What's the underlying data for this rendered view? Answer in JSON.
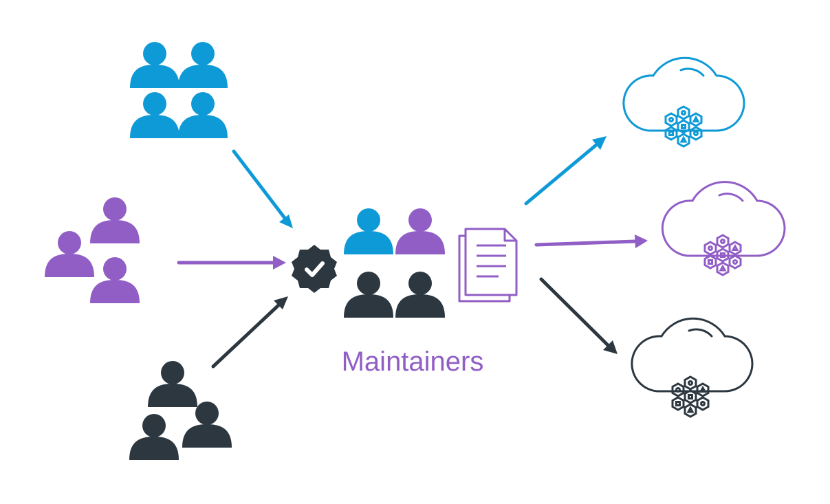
{
  "label": "Maintainers",
  "colors": {
    "blue": "#0e9ad7",
    "purple": "#915ec6",
    "dark": "#2c3740",
    "white": "#ffffff"
  },
  "groups": {
    "upstream": [
      {
        "name": "blue-contributor-group",
        "color": "blue",
        "icon": "people-icon",
        "members": 4
      },
      {
        "name": "purple-contributor-group",
        "color": "purple",
        "icon": "people-icon",
        "members": 3
      },
      {
        "name": "dark-contributor-group",
        "color": "dark",
        "icon": "people-icon",
        "members": 3
      }
    ],
    "maintainers": {
      "icon": "people-icon",
      "member_colors": [
        "blue",
        "purple",
        "dark",
        "dark"
      ]
    },
    "approval": {
      "icon": "verified-badge-icon",
      "color": "dark"
    },
    "document": {
      "icon": "document-stack-icon",
      "color": "purple"
    },
    "downstream": [
      {
        "name": "blue-cloud",
        "color": "blue",
        "icon": "cloud-cluster-icon"
      },
      {
        "name": "purple-cloud",
        "color": "purple",
        "icon": "cloud-cluster-icon"
      },
      {
        "name": "dark-cloud",
        "color": "dark",
        "icon": "cloud-cluster-icon"
      }
    ]
  }
}
